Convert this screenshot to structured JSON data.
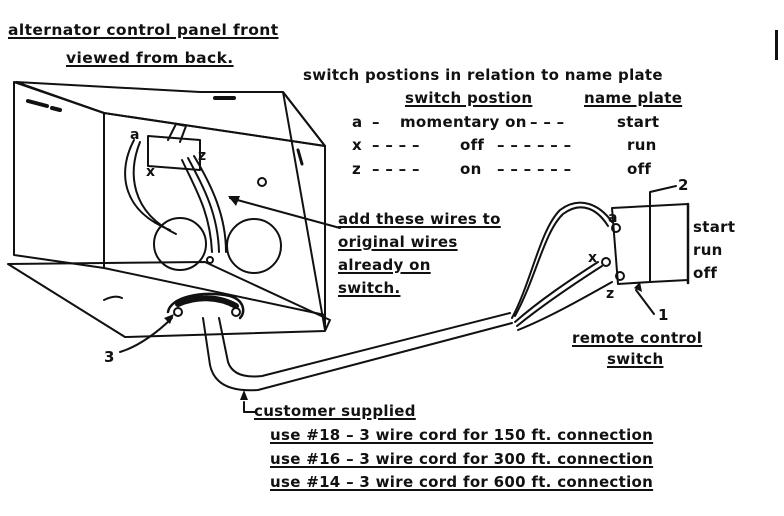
{
  "title": {
    "line1": "alternator control panel front",
    "line2": "viewed from back."
  },
  "switch_table": {
    "heading": "switch postions in relation to name plate",
    "col_position": "switch postion",
    "col_nameplate": "name plate",
    "rows": [
      {
        "position": "a",
        "sep1": "–",
        "state": "momentary on",
        "sep2": "– – –",
        "plate": "start"
      },
      {
        "position": "x",
        "sep1": "– – – –",
        "state": "off",
        "sep2": "– – – – – –",
        "plate": "run"
      },
      {
        "position": "z",
        "sep1": "– – – –",
        "state": "on",
        "sep2": "– – – – – –",
        "plate": "off"
      }
    ]
  },
  "callouts": {
    "add_wires": [
      "add these wires to",
      "original wires",
      "already on",
      "switch."
    ],
    "remote_switch": [
      "remote control",
      "switch"
    ],
    "customer_supplied": "customer supplied",
    "cord_notes": [
      "use #18 – 3 wire cord for 150 ft. connection",
      "use #16 – 3 wire cord for 300 ft. connection",
      "use #14 – 3 wire cord for 600 ft. connection"
    ]
  },
  "name_plate": [
    "start",
    "run",
    "off"
  ],
  "terminal_labels": {
    "a": "a",
    "x": "x",
    "z": "z"
  },
  "part_numbers": {
    "remote_switch": "1",
    "plate": "2",
    "clamp": "3"
  }
}
